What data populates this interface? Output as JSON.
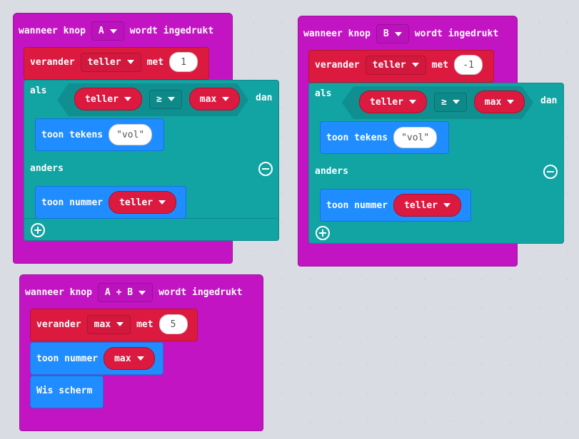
{
  "block1": {
    "event_label": "wanneer knop",
    "button": "A",
    "event_suffix": "wordt ingedrukt",
    "set_label": "verander",
    "set_var": "teller",
    "set_with": "met",
    "set_value": "1",
    "if_label": "als",
    "cond_left": "teller",
    "cond_op": "≥",
    "cond_right": "max",
    "then_label": "dan",
    "show_string_label": "toon tekens",
    "show_string_value": "\"vol\"",
    "else_label": "anders",
    "show_number_label": "toon nummer",
    "show_number_var": "teller"
  },
  "block2": {
    "event_label": "wanneer knop",
    "button": "B",
    "event_suffix": "wordt ingedrukt",
    "set_label": "verander",
    "set_var": "teller",
    "set_with": "met",
    "set_value": "-1",
    "if_label": "als",
    "cond_left": "teller",
    "cond_op": "≥",
    "cond_right": "max",
    "then_label": "dan",
    "show_string_label": "toon tekens",
    "show_string_value": "\"vol\"",
    "else_label": "anders",
    "show_number_label": "toon nummer",
    "show_number_var": "teller"
  },
  "block3": {
    "event_label": "wanneer knop",
    "button": "A + B",
    "event_suffix": "wordt ingedrukt",
    "set_label": "verander",
    "set_var": "max",
    "set_with": "met",
    "set_value": "5",
    "show_number_label": "toon nummer",
    "show_number_var": "max",
    "clear_label": "Wis scherm"
  },
  "icons": {
    "minus": "minus-circle-icon",
    "plus": "plus-circle-icon",
    "dropdown": "chevron-down-icon"
  },
  "colors": {
    "event": "#c314c3",
    "variables": "#dc1a40",
    "logic": "#12a3a3",
    "basic": "#1f8cff",
    "workspace": "#eceff3"
  }
}
